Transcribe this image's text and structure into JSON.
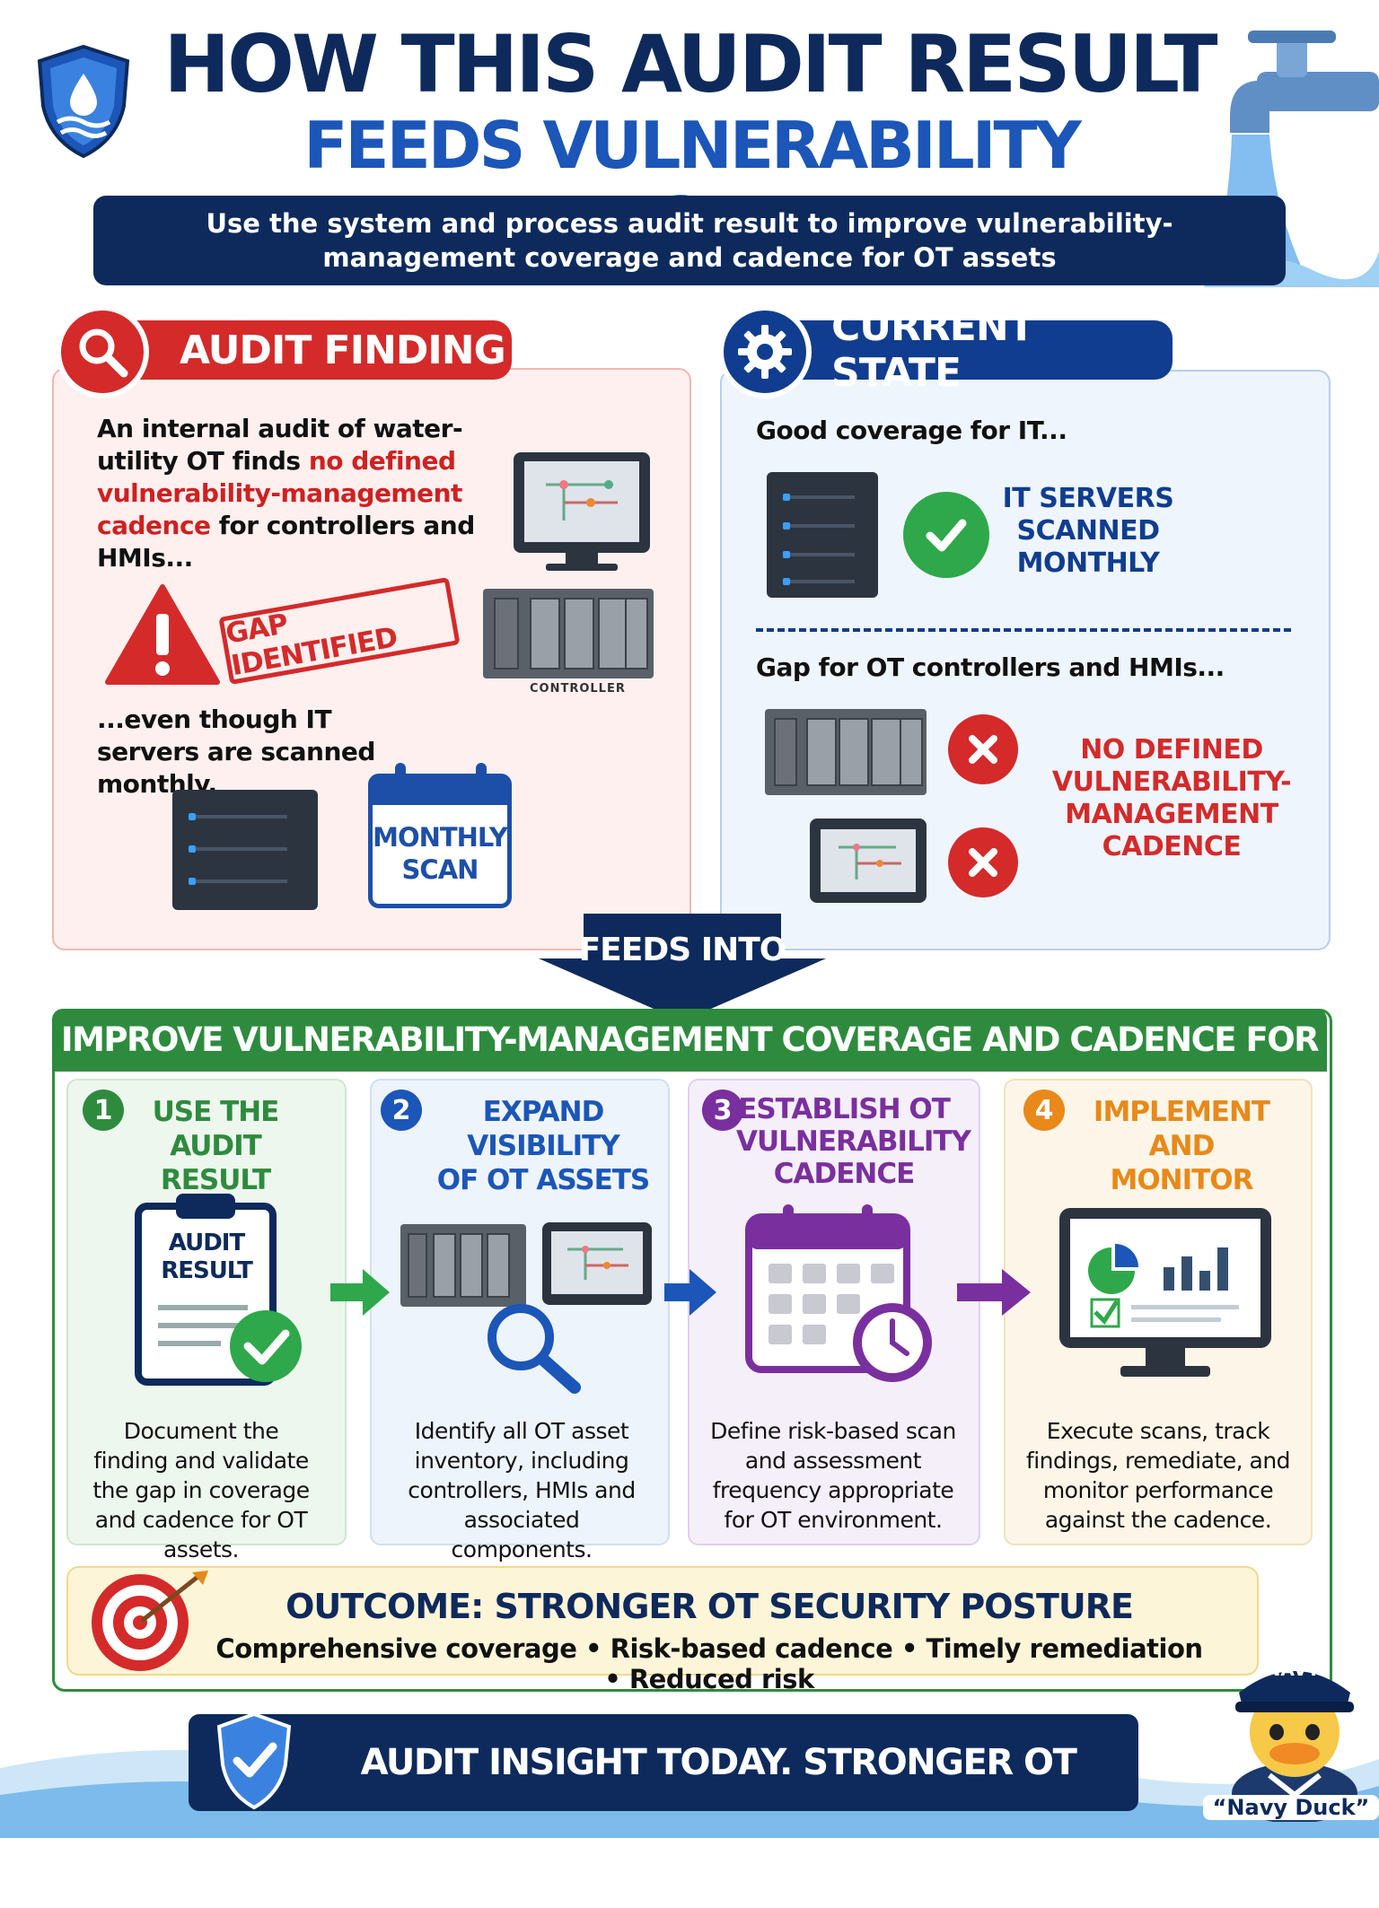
{
  "header": {
    "title_line1": "HOW THIS AUDIT RESULT",
    "title_line2": "FEEDS VULNERABILITY MANAGEMENT",
    "subtitle": "Use the system and process audit result to improve vulnerability-management coverage and cadence for OT assets"
  },
  "audit_finding": {
    "heading": "AUDIT FINDING",
    "text_start": "An internal audit of water-utility OT finds ",
    "text_highlight": "no defined vulnerability-management cadence",
    "text_end": " for controllers and HMIs...",
    "stamp": "GAP IDENTIFIED",
    "plc_label": "CONTROLLER",
    "second_text": "...even though IT servers are scanned monthly.",
    "calendar_line1": "MONTHLY",
    "calendar_line2": "SCAN"
  },
  "current_state": {
    "heading": "CURRENT STATE",
    "good_text": "Good coverage for IT...",
    "it_line1": "IT SERVERS",
    "it_line2": "SCANNED",
    "it_line3": "MONTHLY",
    "gap_text": "Gap for OT controllers and HMIs...",
    "ot_line1": "NO DEFINED",
    "ot_line2": "VULNERABILITY-",
    "ot_line3": "MANAGEMENT",
    "ot_line4": "CADENCE"
  },
  "feeds_into": "FEEDS INTO",
  "improve": {
    "heading": "IMPROVE VULNERABILITY-MANAGEMENT COVERAGE AND CADENCE FOR OT ASSETS",
    "steps": [
      {
        "num": "1",
        "title_l1": "USE THE AUDIT",
        "title_l2": "RESULT",
        "title_l3": "",
        "icon_l1": "AUDIT",
        "icon_l2": "RESULT",
        "text": "Document the finding and validate the gap in coverage and cadence for OT assets."
      },
      {
        "num": "2",
        "title_l1": "EXPAND VISIBILITY",
        "title_l2": "OF OT ASSETS",
        "title_l3": "",
        "text": "Identify all OT asset inventory, including controllers, HMIs and associated components."
      },
      {
        "num": "3",
        "title_l1": "ESTABLISH OT",
        "title_l2": "VULNERABILITY",
        "title_l3": "CADENCE",
        "text": "Define risk-based scan and assessment frequency appropriate for OT environment."
      },
      {
        "num": "4",
        "title_l1": "IMPLEMENT AND",
        "title_l2": "MONITOR",
        "title_l3": "",
        "text": "Execute scans, track findings, remediate, and monitor performance against the cadence."
      }
    ]
  },
  "outcome": {
    "title": "OUTCOME: STRONGER OT SECURITY POSTURE",
    "items": "Comprehensive coverage • Risk-based cadence • Timely remediation • Reduced risk"
  },
  "footer": {
    "tagline": "AUDIT INSIGHT TODAY. STRONGER OT TOMORROW.",
    "mascot_cap": "NAVY",
    "mascot_name": "“Navy Duck”"
  },
  "colors": {
    "navy": "#0e2a5c",
    "blue": "#1b56b8",
    "red": "#d42a2a",
    "green": "#2e8b3e",
    "purple": "#7a2f9e",
    "orange": "#e8891a"
  }
}
